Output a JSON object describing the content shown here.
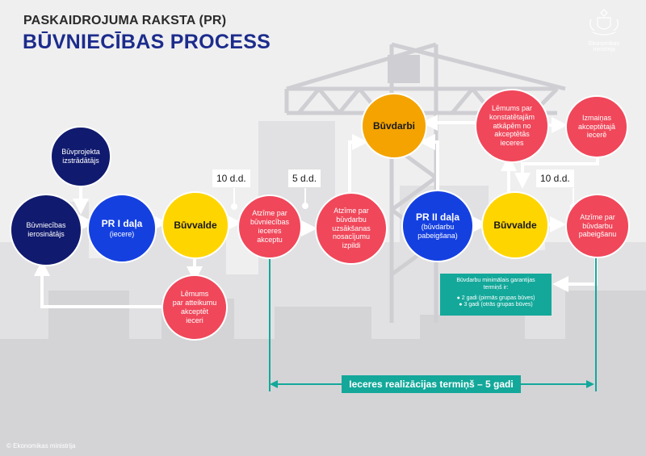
{
  "header": {
    "subtitle": "PASKAIDROJUMA RAKSTA (PR)",
    "title": "BŪVNIECĪBAS PROCESS"
  },
  "logo": {
    "text": "Ekonomikas ministrija"
  },
  "footer": {
    "copyright": "© Ekonomikas ministrija"
  },
  "nodes": {
    "buvprojekta": "Būvprojekta\nizstrādātājs",
    "ierosinatajs": "Būvniecības\nierosinātājs",
    "pr1": "PR I daļa",
    "pr1_sub": "(iecere)",
    "buvvalde1": "Būvvalde",
    "lemums_atteikumu": "Lēmums\npar atteikumu\nakceptēt\nieceri",
    "atzime_akceptu": "Atzīme par\nbūvniecības\nieceres\nakceptu",
    "atzime_nosacijumi": "Atzīme par\nbūvdarbu\nuzsākšanas\nnosacījumu\nizpildi",
    "buvdarbi": "Būvdarbi",
    "pr2": "PR II daļa",
    "pr2_sub": "(būvdarbu\npabeigšana)",
    "buvvalde2": "Būvvalde",
    "lemums_atkapem": "Lēmums par\nkonstatētajām\natkāpēm no\nakceptētās\nieceres",
    "izmainas": "Izmaiņas\nakceptētajā\niecerē",
    "atzime_pabeigsanu": "Atzīme par\nbūvdarbu\npabeigšanu"
  },
  "tags": {
    "t1": "10 d.d.",
    "t2": "5 d.d.",
    "t3": "10 d.d."
  },
  "guarantee": {
    "title": "Būvdarbu minimālais garantijas\ntermiņš ir:",
    "item1": "2 gadi (pirmās grupas būves)",
    "item2": "3 gadi (otrās grupas būves)"
  },
  "term": "Ieceres realizācijas termiņš – 5 gadi",
  "colors": {
    "navy": "#101a6e",
    "blue": "#1540e0",
    "yellow": "#ffd500",
    "red": "#f0475a",
    "orange": "#f4a300",
    "teal": "#13a89a"
  }
}
